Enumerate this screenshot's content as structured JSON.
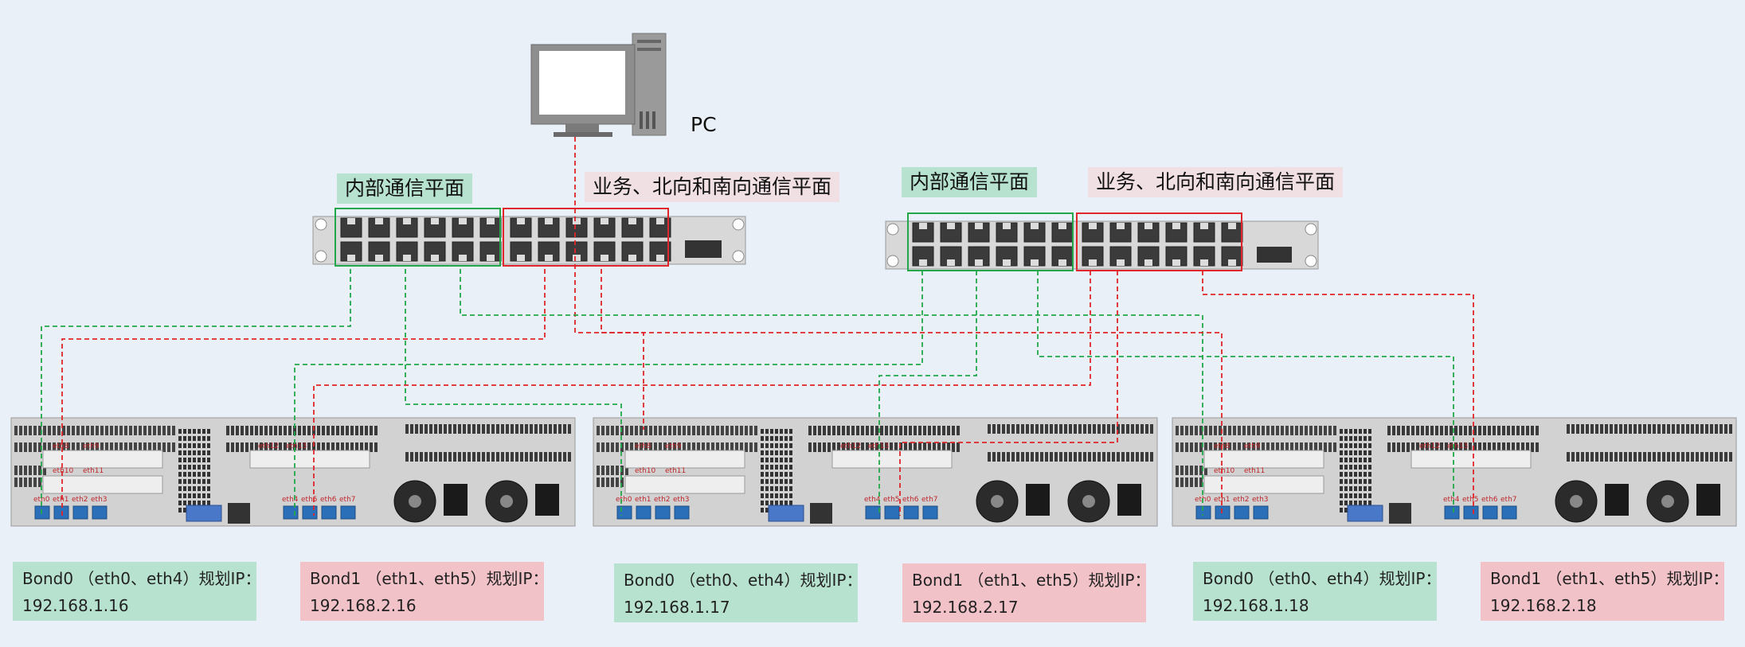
{
  "pc": {
    "label": "PC",
    "icon": "desktop-computer-icon"
  },
  "switches": [
    {
      "internal_label": "内部通信平面",
      "service_label": "业务、北向和南向通信平面"
    },
    {
      "internal_label": "内部通信平面",
      "service_label": "业务、北向和南向通信平面"
    }
  ],
  "servers": [
    {
      "ports": {
        "eth0": "eth0",
        "eth1": "eth1",
        "eth2": "eth2",
        "eth3": "eth3",
        "eth4": "eth4",
        "eth5": "eth5",
        "eth6": "eth6",
        "eth7": "eth7",
        "eth8": "eth8",
        "eth9": "eth9",
        "eth10": "eth10",
        "eth11": "eth11",
        "eth12": "eth12",
        "eth13": "eth13"
      },
      "bond0": {
        "line1": "Bond0 （eth0、eth4）规划IP：",
        "line2": "192.168.1.16"
      },
      "bond1": {
        "line1": "Bond1 （eth1、eth5）规划IP：",
        "line2": "192.168.2.16"
      }
    },
    {
      "ports": {
        "eth0": "eth0",
        "eth1": "eth1",
        "eth2": "eth2",
        "eth3": "eth3",
        "eth4": "eth4",
        "eth5": "eth5",
        "eth6": "eth6",
        "eth7": "eth7",
        "eth8": "eth8",
        "eth9": "eth9",
        "eth10": "eth10",
        "eth11": "eth11",
        "eth12": "eth12",
        "eth13": "eth13"
      },
      "bond0": {
        "line1": "Bond0 （eth0、eth4）规划IP：",
        "line2": "192.168.1.17"
      },
      "bond1": {
        "line1": "Bond1 （eth1、eth5）规划IP：",
        "line2": "192.168.2.17"
      }
    },
    {
      "ports": {
        "eth0": "eth0",
        "eth1": "eth1",
        "eth2": "eth2",
        "eth3": "eth3",
        "eth4": "eth4",
        "eth5": "eth5",
        "eth6": "eth6",
        "eth7": "eth7",
        "eth8": "eth8",
        "eth9": "eth9",
        "eth10": "eth10",
        "eth11": "eth11",
        "eth12": "eth12",
        "eth13": "eth13"
      },
      "bond0": {
        "line1": "Bond0 （eth0、eth4）规划IP：",
        "line2": "192.168.1.18"
      },
      "bond1": {
        "line1": "Bond1 （eth1、eth5）规划IP：",
        "line2": "192.168.2.18"
      }
    }
  ],
  "colors": {
    "background": "#e9f0f7",
    "internal_plane": "#22a84a",
    "service_plane": "#e0262a",
    "bond0_box": "#b8e2d0",
    "bond1_box": "#f1c2c8"
  }
}
